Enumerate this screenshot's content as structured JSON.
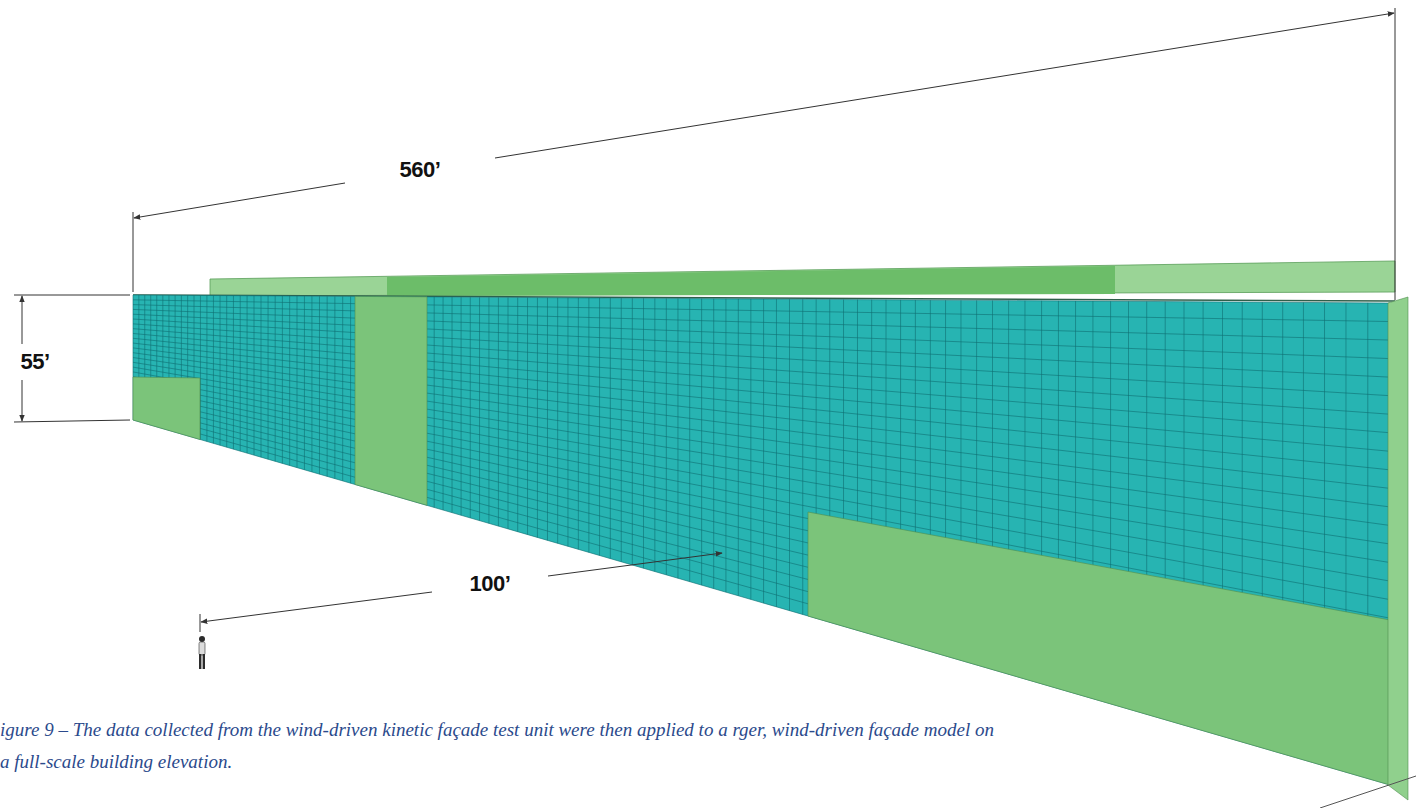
{
  "diagram": {
    "caption": "igure 9 – The data collected from the wind-driven kinetic façade test unit were then applied to a rger, wind-driven façade model on a full-scale building elevation.",
    "labels": [
      "560’",
      "55’",
      "100’"
    ]
  }
}
